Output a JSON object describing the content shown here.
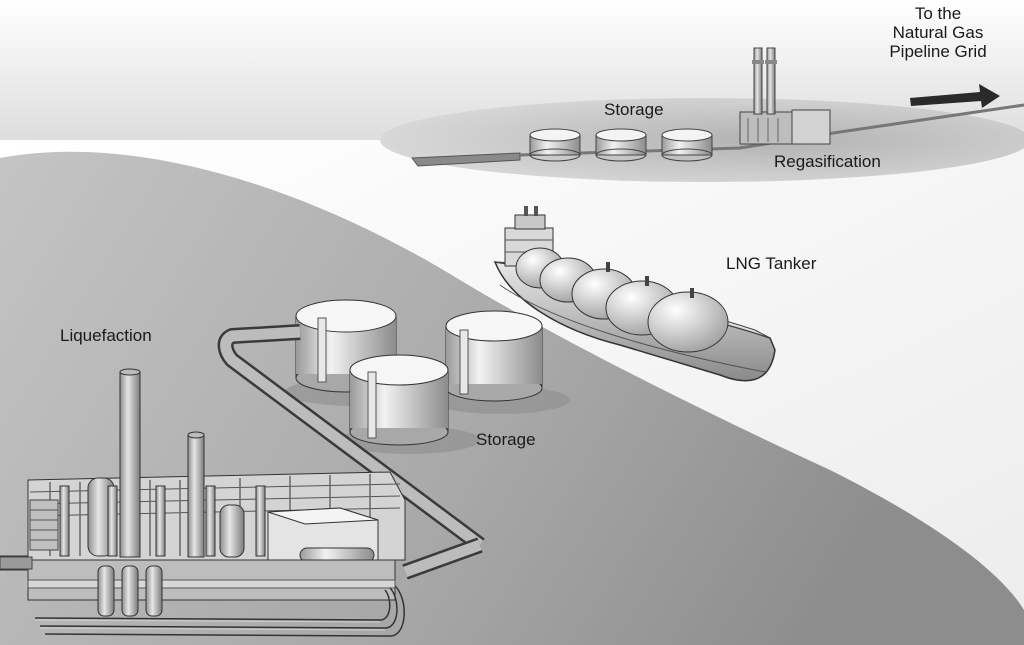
{
  "labels": {
    "destination_line1": "To the",
    "destination_line2": "Natural Gas",
    "destination_line3": "Pipeline Grid",
    "receiving_storage": "Storage",
    "regasification": "Regasification",
    "tanker": "LNG Tanker",
    "liquefaction": "Liquefaction",
    "export_storage": "Storage"
  }
}
